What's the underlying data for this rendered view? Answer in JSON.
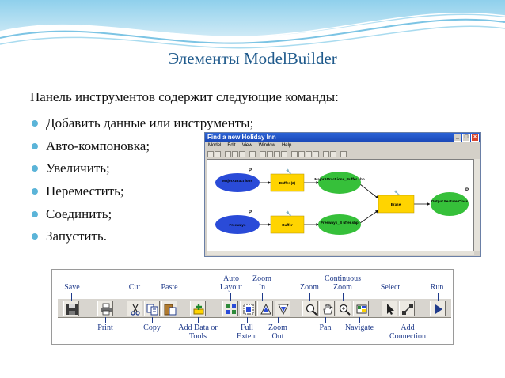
{
  "slide": {
    "title": "Элементы ModelBuilder",
    "intro": "Панель инструментов содержит следующие команды:",
    "bullets": [
      "Добавить данные или инструменты;",
      "Авто-компоновка;",
      "Увеличить;",
      "Переместить;",
      "Соединить;",
      "Запустить."
    ],
    "bullet_color": "#5bb4d8",
    "title_color": "#1f5a8c"
  },
  "mb_window": {
    "title": "Find a new Holiday Inn",
    "menu": [
      "Model",
      "Edit",
      "View",
      "Window",
      "Help"
    ],
    "nodes": {
      "n1": "MajorAttract ions",
      "n2": "Buffer (2)",
      "n3": "MajorAttract ions_Buffer shp",
      "n4": "Freeways",
      "n5": "Buffer",
      "n6": "Freeways_B uffer.shp",
      "n7": "Erase",
      "n8": "Output Feature Class"
    },
    "p_label": "P",
    "colors": {
      "input": "#2a4bd8",
      "tool": "#ffd400",
      "output": "#36c03a",
      "titlebar": "#2c63d6"
    }
  },
  "toolbar": {
    "save": "Save",
    "print": "Print",
    "cut": "Cut",
    "copy": "Copy",
    "paste": "Paste",
    "add_data_1": "Add Data or",
    "add_data_2": "Tools",
    "auto_layout_1": "Auto",
    "auto_layout_2": "Layout",
    "full_extent_1": "Full",
    "full_extent_2": "Extent",
    "zoom_in_1": "Zoom",
    "zoom_in_2": "In",
    "zoom_out_1": "Zoom",
    "zoom_out_2": "Out",
    "zoom": "Zoom",
    "pan": "Pan",
    "continuous_zoom_1": "Continuous",
    "continuous_zoom_2": "Zoom",
    "navigate": "Navigate",
    "select": "Select",
    "add_connection_1": "Add",
    "add_connection_2": "Connection",
    "run": "Run",
    "label_color": "#1f3a8a"
  }
}
